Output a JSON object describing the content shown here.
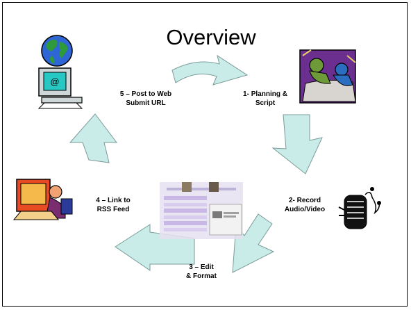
{
  "slide": {
    "title": "Overview",
    "steps": [
      {
        "line1": "1- Planning &",
        "line2": "Script"
      },
      {
        "line1": "2- Record",
        "line2": "Audio/Video"
      },
      {
        "line1": "3 – Edit",
        "line2": "& Format"
      },
      {
        "line1": "4 – Link to",
        "line2": "RSS Feed"
      },
      {
        "line1": "5 – Post to Web",
        "line2": "Submit URL"
      }
    ]
  },
  "colors": {
    "arrow_fill": "#c9ece9",
    "arrow_stroke": "#7a9a98",
    "border": "#000000"
  },
  "icons": [
    "globe-computer-icon",
    "planning-people-icon",
    "microphone-recorder-icon",
    "editing-software-screenshot",
    "computer-user-icon"
  ]
}
